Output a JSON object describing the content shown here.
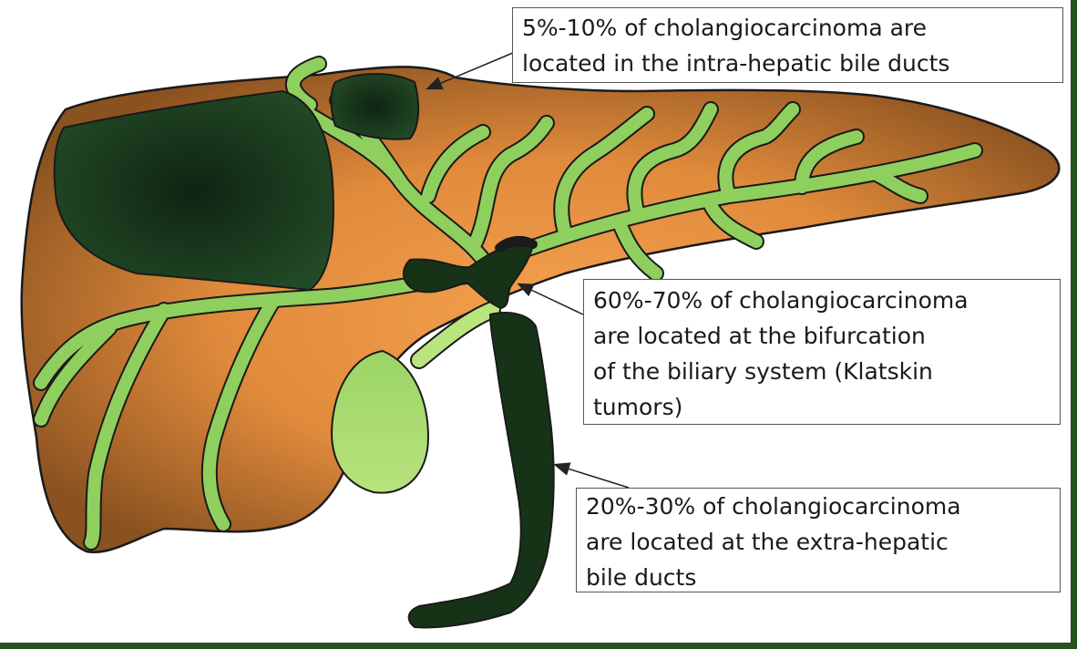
{
  "colors": {
    "liver_dark": "#8a5220",
    "liver_light": "#f29a45",
    "duct": "#8fcf5e",
    "duct_light": "#b9e47e",
    "tumor": "#1b3a1d",
    "outline": "#1a1a1a",
    "frame": "#27511f"
  },
  "callouts": {
    "intra": {
      "lines": [
        "5%-10% of cholangiocarcinoma are",
        "located in the intra-hepatic bile ducts"
      ]
    },
    "bifurcation": {
      "lines": [
        "60%-70% of cholangiocarcinoma",
        "are located at the bifurcation",
        "of the biliary system (Klatskin",
        "tumors)"
      ]
    },
    "extra": {
      "lines": [
        "20%-30% of cholangiocarcinoma",
        "are located at the extra-hepatic",
        "bile ducts"
      ]
    }
  }
}
